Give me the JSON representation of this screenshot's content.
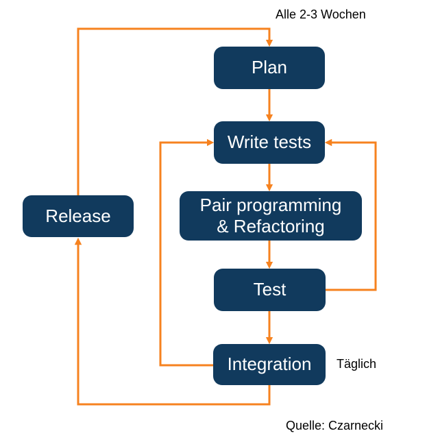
{
  "diagram": {
    "type": "flowchart",
    "nodes": [
      {
        "id": "plan",
        "lines": [
          "Plan"
        ]
      },
      {
        "id": "write-tests",
        "lines": [
          "Write tests"
        ]
      },
      {
        "id": "pair-programming-refactoring",
        "lines": [
          "Pair programming",
          "& Refactoring"
        ]
      },
      {
        "id": "test",
        "lines": [
          "Test"
        ]
      },
      {
        "id": "integration",
        "lines": [
          "Integration"
        ]
      },
      {
        "id": "release",
        "lines": [
          "Release"
        ]
      }
    ],
    "edges": [
      {
        "from": "release",
        "to": "plan"
      },
      {
        "from": "plan",
        "to": "write-tests"
      },
      {
        "from": "write-tests",
        "to": "pair-programming-refactoring"
      },
      {
        "from": "pair-programming-refactoring",
        "to": "test"
      },
      {
        "from": "test",
        "to": "integration"
      },
      {
        "from": "test",
        "to": "write-tests"
      },
      {
        "from": "integration",
        "to": "write-tests"
      },
      {
        "from": "integration",
        "to": "release"
      }
    ],
    "annotations": {
      "cycle": "Alle 2-3 Wochen",
      "daily": "Täglich",
      "source": "Quelle: Czarnecki"
    },
    "colors": {
      "node_fill": "#113a5d",
      "node_text": "#ffffff",
      "arrow": "#f6821f",
      "annotation_text": "#000000",
      "background": "#ffffff"
    }
  }
}
